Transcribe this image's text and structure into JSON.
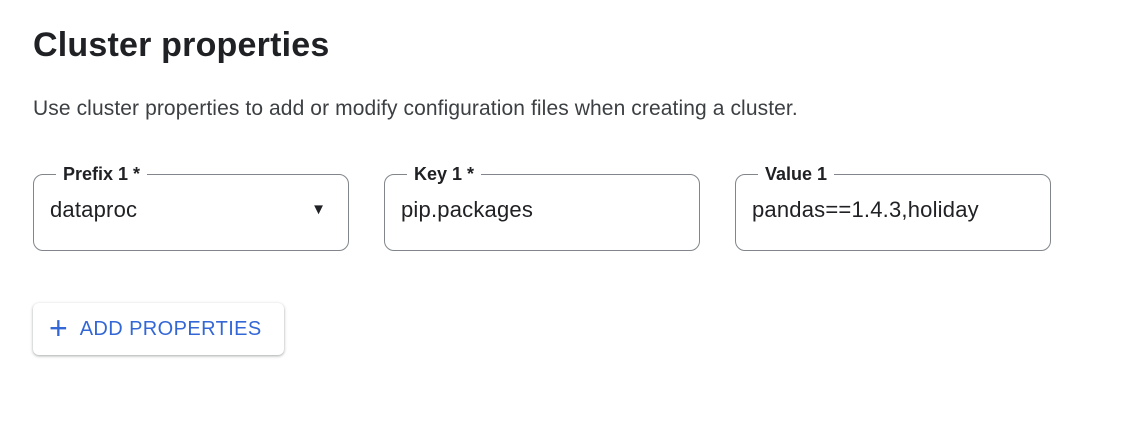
{
  "header": {
    "title": "Cluster properties",
    "description": "Use cluster properties to add or modify configuration files when creating a cluster."
  },
  "property_row": {
    "prefix": {
      "label": "Prefix 1 *",
      "value": "dataproc"
    },
    "key": {
      "label": "Key 1 *",
      "value": "pip.packages"
    },
    "value": {
      "label": "Value 1",
      "value": "pandas==1.4.3,holiday"
    }
  },
  "actions": {
    "add_properties_label": "ADD PROPERTIES"
  },
  "icons": {
    "plus": "+",
    "dropdown_arrow": "▼"
  },
  "colors": {
    "accent_blue": "#3367d6",
    "field_border_gray": "#80868b",
    "text_dark": "#202124",
    "text_secondary": "#3c4043"
  }
}
